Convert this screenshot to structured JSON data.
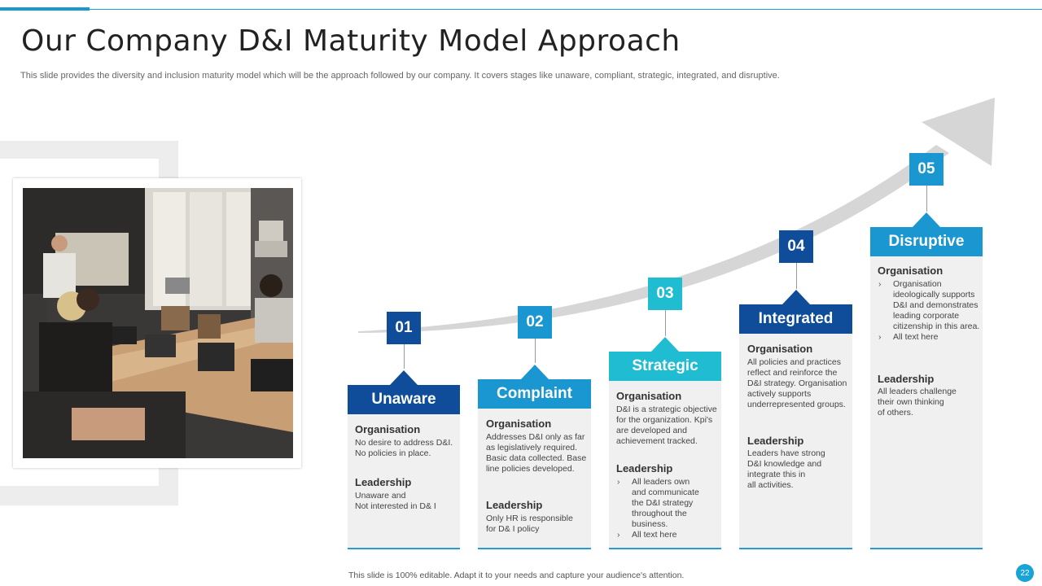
{
  "slide": {
    "title": "Our Company D&I Maturity Model Approach",
    "subtitle": "This slide provides the diversity and inclusion maturity model which will be the approach followed by our company. It covers stages like unaware, compliant, strategic, integrated, and disruptive.",
    "footer": "This slide is 100% editable.  Adapt it to your needs and capture your audience's attention.",
    "page_number": "22",
    "accent_color": "#1aa3d6"
  },
  "stages": [
    {
      "number": "01",
      "name": "Unaware",
      "color": "#0f4c9a",
      "org_title": "Organisation",
      "org_text": "No  desire to address D&I.\nNo  policies in place.",
      "lead_title": "Leadership",
      "lead_text": "Unaware and\nNot interested in D& I"
    },
    {
      "number": "02",
      "name": "Complaint",
      "color": "#1a96d0",
      "org_title": "Organisation",
      "org_text": "Addresses D&I only as far\nas legislatively required.\nBasic data collected. Base\nline policies developed.",
      "lead_title": "Leadership",
      "lead_text": "Only HR is responsible\nfor D& I policy"
    },
    {
      "number": "03",
      "name": "Strategic",
      "color": "#1fbcd2",
      "org_title": "Organisation",
      "org_text": "D&I  is a strategic objective\nfor the organization. Kpi's\nare developed and\nachievement tracked.",
      "lead_title": "Leadership",
      "lead_bullets": [
        "All leaders own\nand communicate\nthe D&I strategy\nthroughout the\nbusiness.",
        "All text here"
      ]
    },
    {
      "number": "04",
      "name": "Integrated",
      "color": "#0f4c9a",
      "org_title": "Organisation",
      "org_text": "All policies and practices\nreflect and reinforce the\nD&I strategy. Organisation\nactively supports\nunderrepresented groups.",
      "lead_title": "Leadership",
      "lead_text": "Leaders have strong\nD&I knowledge and\nintegrate this in\nall activities."
    },
    {
      "number": "05",
      "name": "Disruptive",
      "color": "#1a96d0",
      "org_title": "Organisation",
      "org_bullets": [
        "Organisation\nideologically supports\nD&I  and demonstrates\nleading corporate\ncitizenship in this area.",
        "All text here"
      ],
      "lead_title": "Leadership",
      "lead_text": "All leaders challenge\ntheir own thinking\nof others."
    }
  ]
}
